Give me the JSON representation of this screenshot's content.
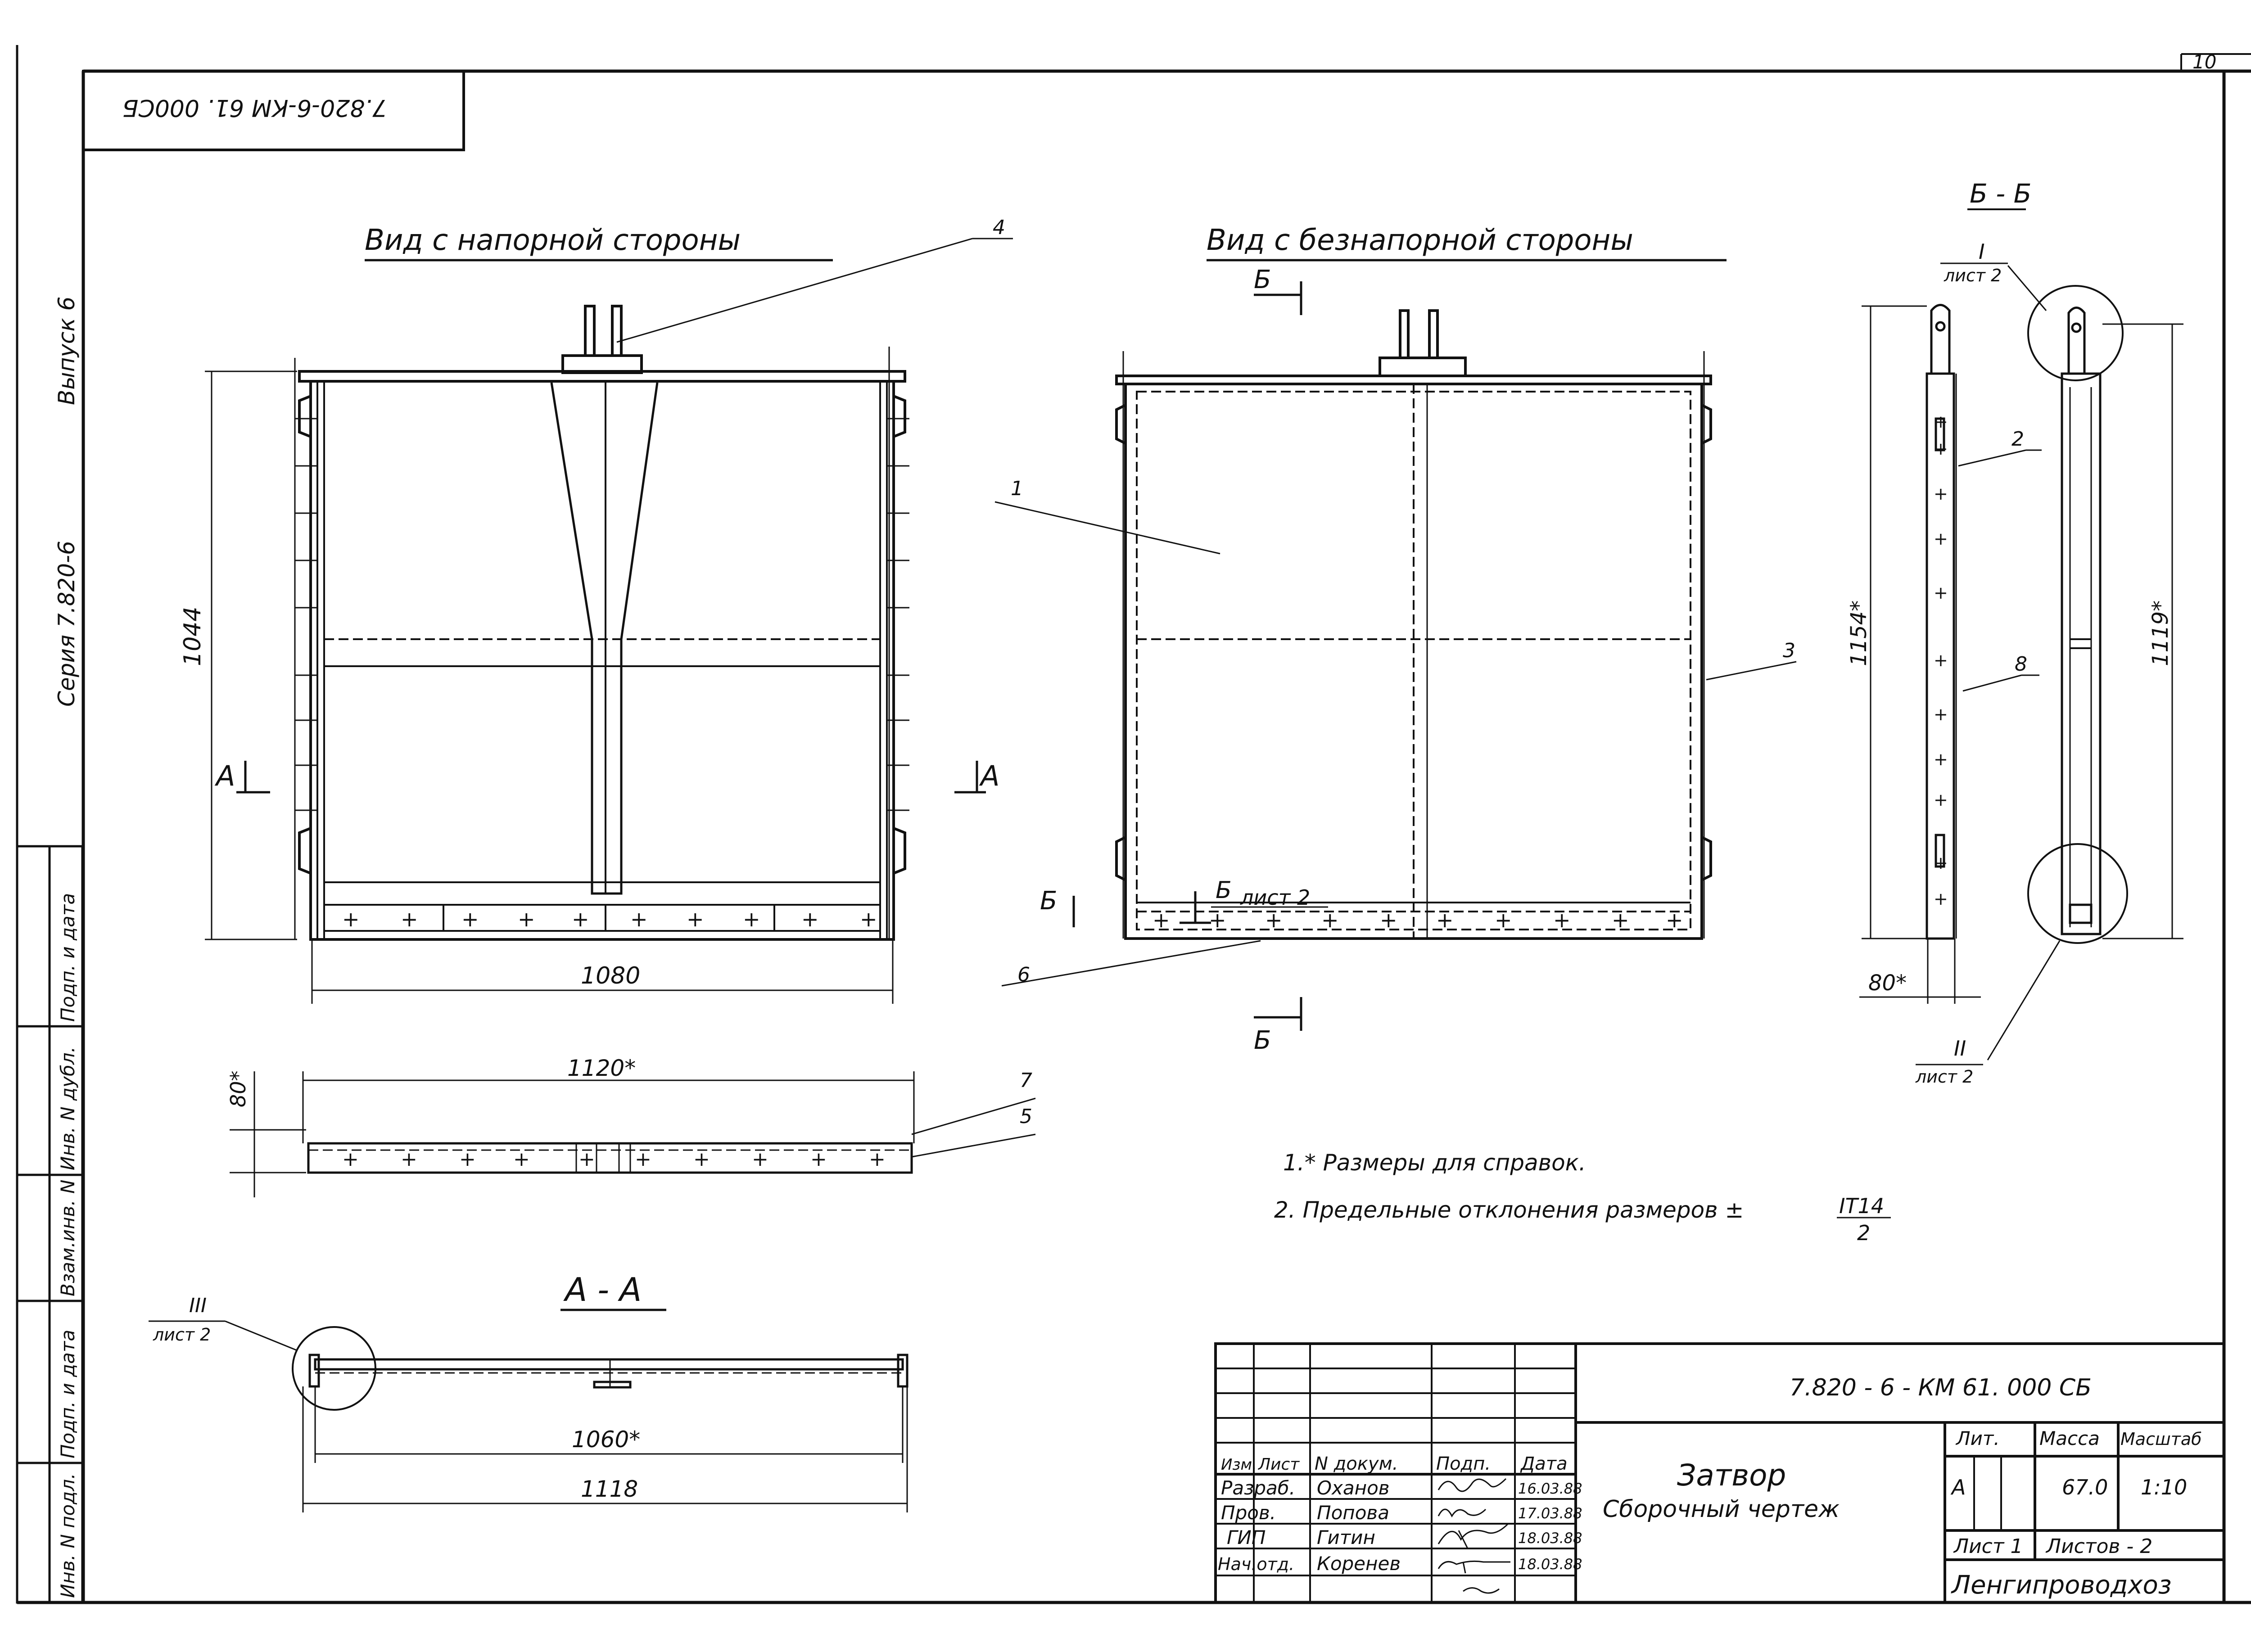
{
  "sheet_number": "10",
  "rotated_code": "7.820-6-КМ 61. 000СБ",
  "margin": {
    "release": "Выпуск 6",
    "series": "Серия  7.820-6",
    "fields": [
      "Подп. и дата",
      "Инв. N дубл.",
      "Взам.инв. N",
      "Подп. и дата",
      "Инв. N подл."
    ]
  },
  "views": {
    "pressure_title": "Вид с напорной стороны",
    "free_title": "Вид с безнапорной стороны",
    "section_bb": "Б - Б",
    "section_aa": "А - А"
  },
  "section_marks": {
    "a": "А",
    "b": "Б"
  },
  "leaders": {
    "I": "I",
    "II": "II",
    "III": "III",
    "sheet2": "лист 2",
    "b_sheet2": "лист 2"
  },
  "callouts": [
    "1",
    "2",
    "3",
    "4",
    "5",
    "6",
    "7",
    "8"
  ],
  "dimensions": {
    "height_front": "1044",
    "width_front": "1080",
    "plan_width": "1120*",
    "plan_depth": "80*",
    "aa_inner": "1060*",
    "aa_outer": "1118",
    "bb_height": "1154*",
    "bb_height2": "1119*",
    "bb_depth": "80*"
  },
  "notes": [
    "1.* Размеры  для  справок.",
    "2.  Предельные  отклонения  размеров ±"
  ],
  "tolerance": {
    "num": "IT14",
    "den": "2"
  },
  "title_block": {
    "code": "7.820 - 6 - КМ 61. 000 СБ",
    "name": "Затвор",
    "subtitle": "Сборочный  чертеж",
    "headers": [
      "Изм.",
      "Лист",
      "N докум.",
      "Подп.",
      "Дата"
    ],
    "rows": [
      {
        "role": "Разраб.",
        "person": "Оханов",
        "date": "16.03.88"
      },
      {
        "role": "Пров.",
        "person": "Попова",
        "date": "17.03.88"
      },
      {
        "role": "ГИП",
        "person": "Гитин",
        "date": "18.03.88"
      },
      {
        "role": "Нач.отд.",
        "person": "Коренев",
        "date": "18.03.88"
      }
    ],
    "lit_label": "Лит.",
    "mass_label": "Масса",
    "scale_label": "Масштаб",
    "lit": "А",
    "mass": "67.0",
    "scale": "1:10",
    "sheet": "Лист  1",
    "sheets": "Листов - 2",
    "org": "Ленгипроводхоз"
  }
}
